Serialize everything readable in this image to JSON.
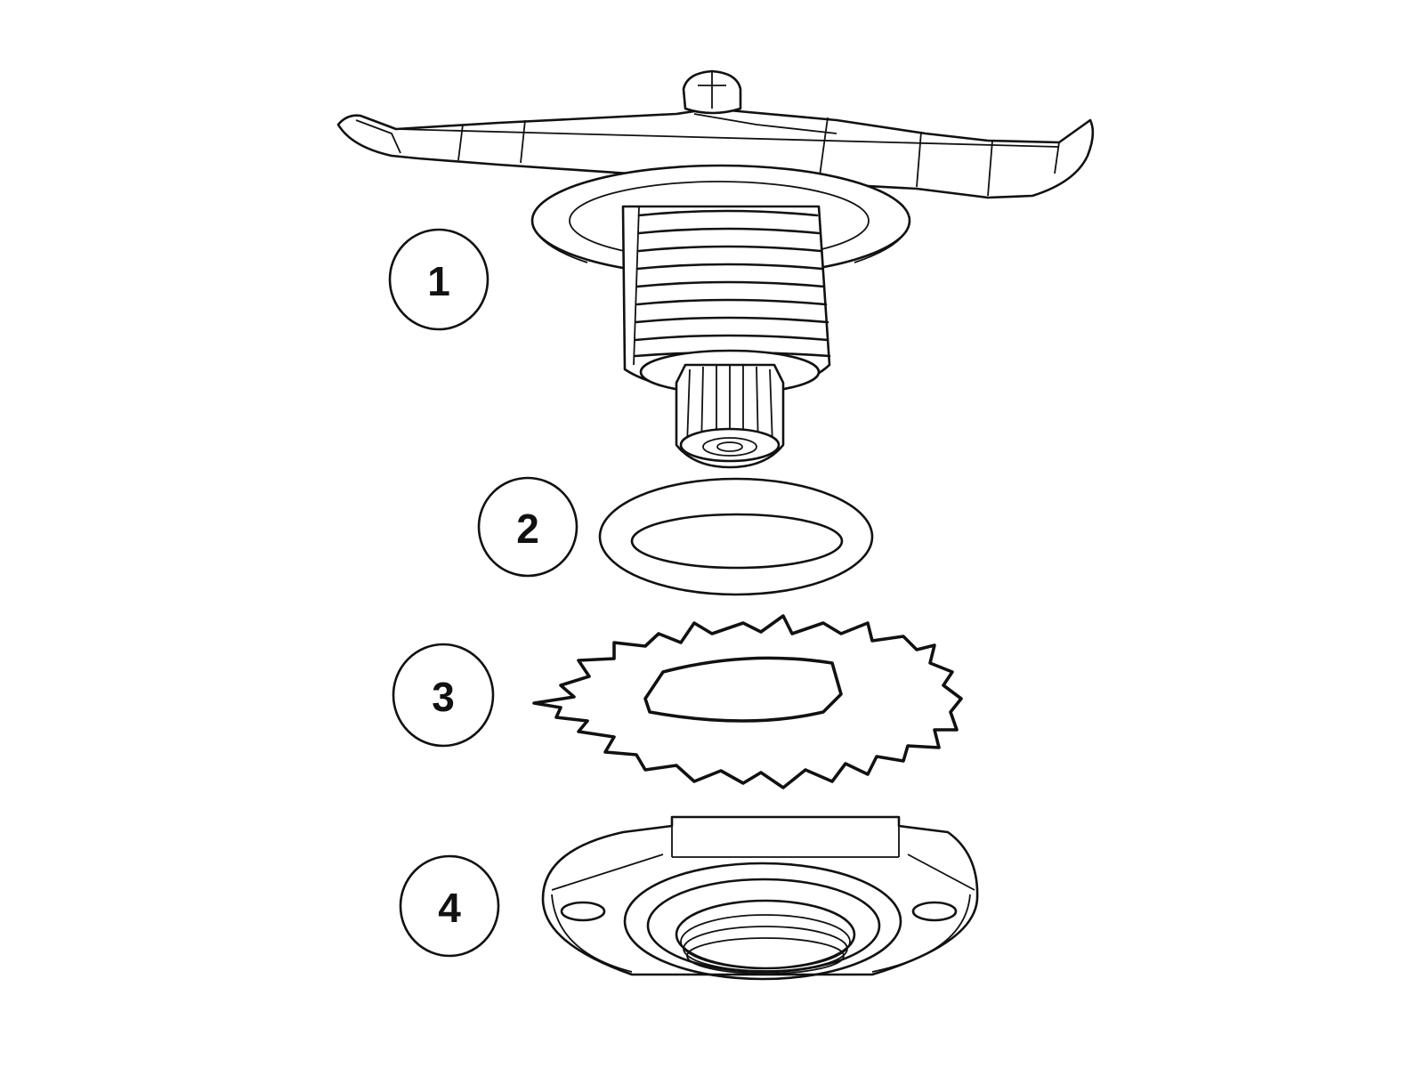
{
  "diagram": {
    "type": "exploded-parts-view",
    "background": "#ffffff",
    "line_color": "#111111",
    "parts": [
      {
        "id": 1,
        "label": "1",
        "name": "blade assembly with threaded bearing housing and drive spline"
      },
      {
        "id": 2,
        "label": "2",
        "name": "o-ring seal"
      },
      {
        "id": 3,
        "label": "3",
        "name": "toothed lock washer"
      },
      {
        "id": 4,
        "label": "4",
        "name": "retaining nut with flange"
      }
    ]
  }
}
